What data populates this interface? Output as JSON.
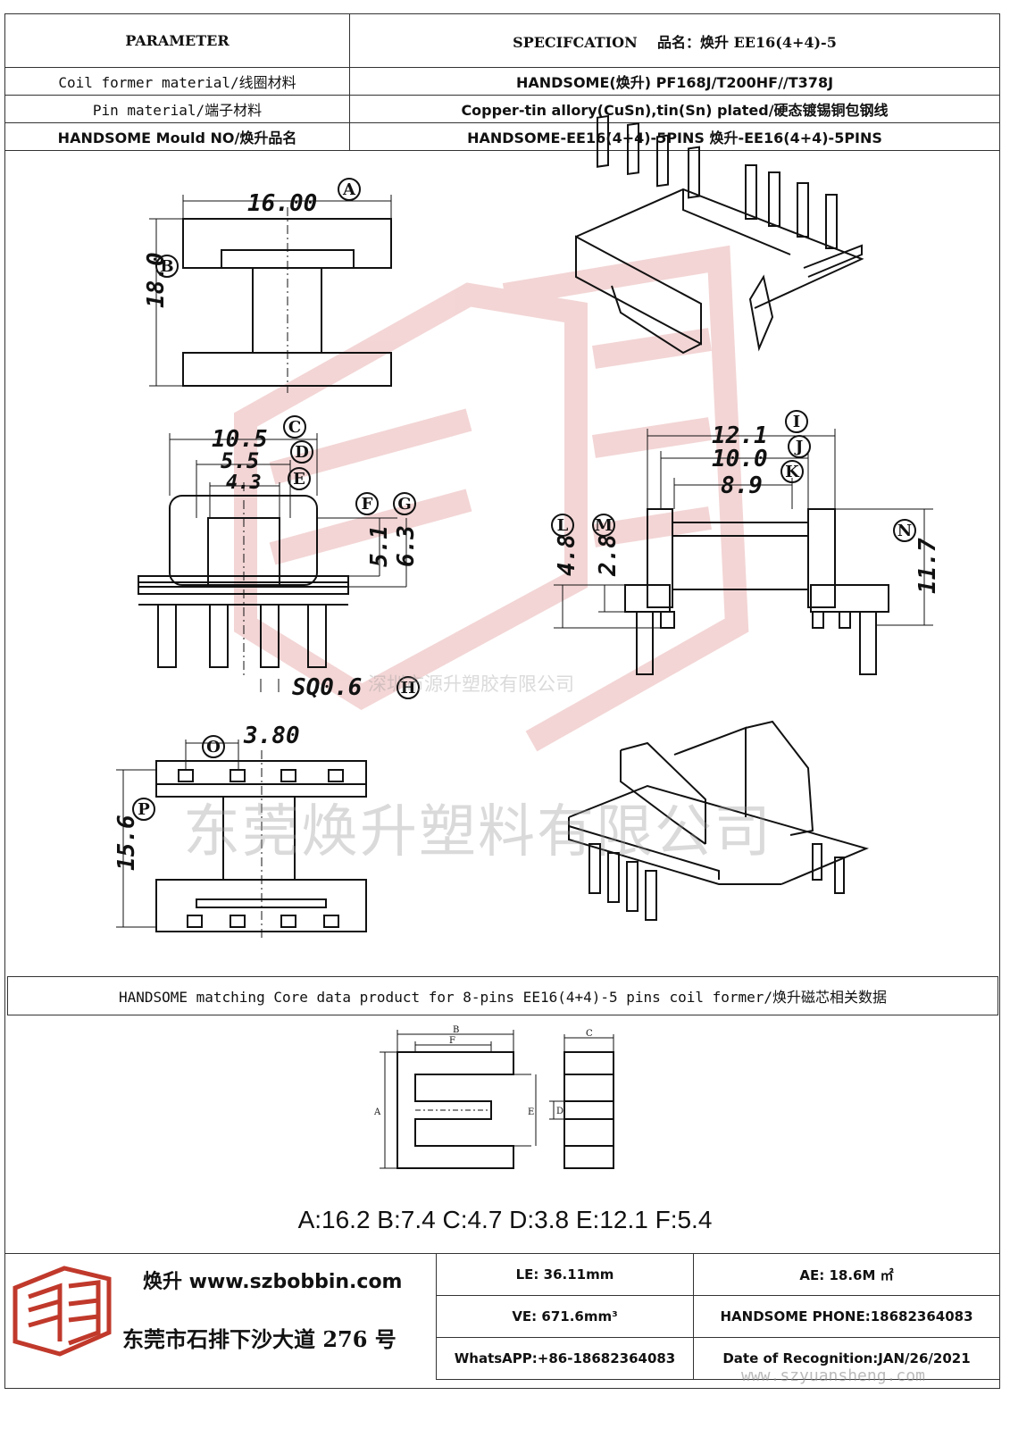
{
  "header": {
    "parameter": "PARAMETER",
    "spec": "SPECIFCATION",
    "product_name": "品名：焕升 EE16(4+4)-5"
  },
  "rows": [
    {
      "label": "Coil former material/线圈材料",
      "value": "HANDSOME(焕升)  PF168J/T200HF//T378J"
    },
    {
      "label": "Pin material/端子材料",
      "value": "Copper-tin allory(CuSn),tin(Sn) plated/硬态镀锡铜包钢线"
    },
    {
      "label": "HANDSOME Mould NO/焕升品名",
      "value": "HANDSOME-EE16(4+4)-5PINS   焕升-EE16(4+4)-5PINS"
    }
  ],
  "dimensions": {
    "A": "16.00",
    "B": "18.0",
    "C": "10.5",
    "D": "5.5",
    "E": "4.3",
    "F": "5.1",
    "G": "6.3",
    "H": "SQ0.6",
    "I": "12.1",
    "J": "10.0",
    "K": "8.9",
    "L": "4.8",
    "M": "2.8",
    "N": "11.7",
    "O": "3.80",
    "P": "15.6"
  },
  "watermarks": {
    "center": "深圳市源升塑胶有限公司",
    "big": "东莞焕升塑料有限公司"
  },
  "core": {
    "title": "HANDSOME matching Core data  product for 8-pins EE16(4+4)-5 pins coil former/焕升磁芯相关数据",
    "values": "A:16.2 B:7.4 C:4.7 D:3.8 E:12.1 F:5.4",
    "labels": {
      "A": "A",
      "B": "B",
      "C": "C",
      "D": "D",
      "E": "E",
      "F": "F"
    }
  },
  "footer": {
    "brand": "焕升  www.szbobbin.com",
    "address": "东莞市石排下沙大道 276 号",
    "le": "LE:   36.11mm",
    "ae": "AE:   18.6M ㎡",
    "ve": "VE:   671.6mm³",
    "phone": "HANDSOME PHONE:18682364083",
    "whatsapp": "WhatsAPP:+86-18682364083",
    "date": "Date of Recognition:JAN/26/2021",
    "url": "www.szyuansheng.com"
  },
  "colors": {
    "watermark_red": "#e6a3a3",
    "line": "#111111"
  }
}
